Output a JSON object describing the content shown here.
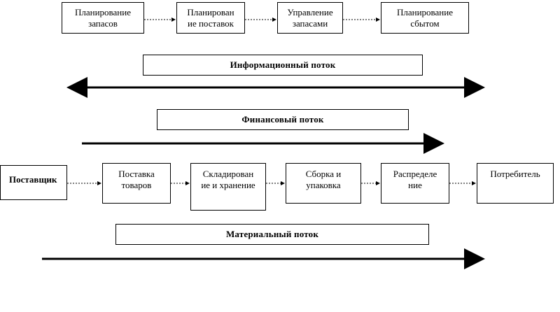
{
  "planning_row": {
    "boxes": [
      {
        "line1": "Планирование",
        "line2": "запасов"
      },
      {
        "line1": "Планирован",
        "line2": "ие поставок"
      },
      {
        "line1": "Управление",
        "line2": "запасами"
      },
      {
        "line1": "Планирование",
        "line2": "сбытом"
      }
    ]
  },
  "flows": {
    "information": "Информационный  поток",
    "financial": "Финансовый поток",
    "material": "Материальный  поток"
  },
  "process_row": {
    "boxes": [
      {
        "line1": "Поставщик",
        "line2": ""
      },
      {
        "line1": "Поставка",
        "line2": "товаров"
      },
      {
        "line1": "Складирован",
        "line2": "ие и хранение"
      },
      {
        "line1": "Сборка и",
        "line2": "упаковка"
      },
      {
        "line1": "Распределе",
        "line2": "ние"
      },
      {
        "line1": "Потребитель",
        "line2": ""
      }
    ]
  }
}
